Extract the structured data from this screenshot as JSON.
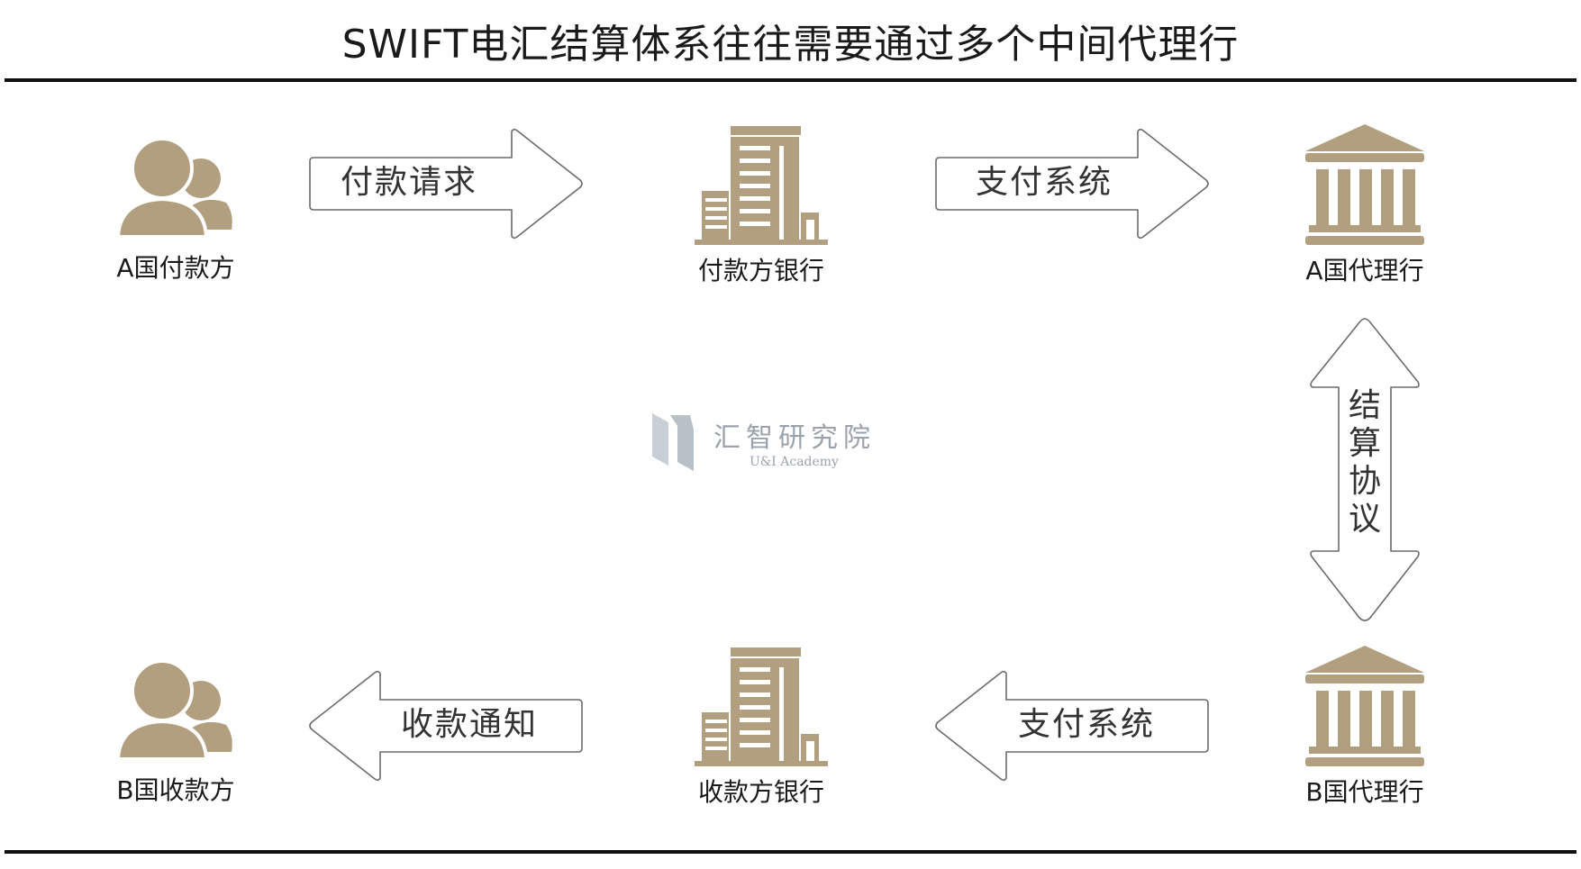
{
  "title": "SWIFT电汇结算体系往往需要通过多个中间代理行",
  "colors": {
    "icon": "#b19f7f",
    "arrow_stroke": "#6b6b6b",
    "rule": "#111111",
    "watermark": "#9aa3ad"
  },
  "nodes": {
    "payer": {
      "label": "A国付款方",
      "icon": "users-icon"
    },
    "payer_bank": {
      "label": "付款方银行",
      "icon": "office-building-icon"
    },
    "agent_a": {
      "label": "A国代理行",
      "icon": "bank-icon"
    },
    "agent_b": {
      "label": "B国代理行",
      "icon": "bank-icon"
    },
    "payee_bank": {
      "label": "收款方银行",
      "icon": "office-building-icon"
    },
    "payee": {
      "label": "B国收款方",
      "icon": "users-icon"
    }
  },
  "arrows": {
    "payment_request": "付款请求",
    "payment_system_top": "支付系统",
    "settlement_agreement": [
      "结",
      "算",
      "协",
      "议"
    ],
    "payment_system_bottom": "支付系统",
    "receipt_notice": "收款通知"
  },
  "watermark": {
    "name_cn": "汇智研究院",
    "name_en": "U&I Academy"
  }
}
